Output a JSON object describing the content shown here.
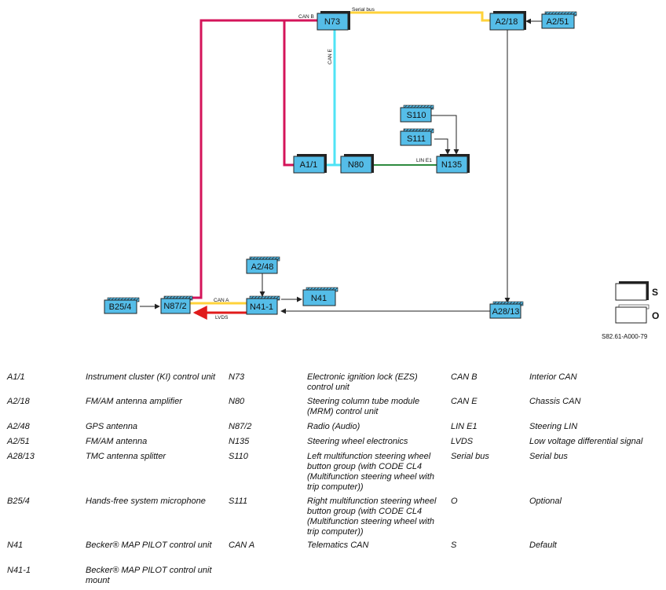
{
  "components": {
    "N73": "N73",
    "A2_18": "A2/18",
    "A2_51": "A2/51",
    "S110": "S110",
    "S111": "S111",
    "A1_1": "A1/1",
    "N80": "N80",
    "N135": "N135",
    "A2_48": "A2/48",
    "N41": "N41",
    "B25_4": "B25/4",
    "N87_2": "N87/2",
    "N41_1": "N41-1",
    "A28_13": "A28/13"
  },
  "wire_labels": {
    "can_b": "CAN B",
    "serial_bus": "Serial bus",
    "can_e": "CAN E",
    "lin_e1": "LIN E1",
    "can_a": "CAN A",
    "lvds": "LVDS"
  },
  "key": {
    "s": "S",
    "o": "O"
  },
  "figure_ref": "S82.61-A000-79",
  "colors": {
    "box_fill": "#55bde8",
    "can_b": "#d4145a",
    "can_e": "#4fe3f5",
    "serial_bus": "#ffd23a",
    "lin_e1": "#2e8b3f",
    "can_a": "#ffd23a",
    "lvds": "#e01b1b"
  },
  "legend": {
    "col1": [
      {
        "code": "A1/1",
        "desc": "Instrument cluster (KI) control unit"
      },
      {
        "code": "A2/18",
        "desc": "FM/AM antenna amplifier"
      },
      {
        "code": "A2/48",
        "desc": "GPS antenna"
      },
      {
        "code": "A2/51",
        "desc": "FM/AM antenna"
      },
      {
        "code": "A28/13",
        "desc": "TMC antenna splitter"
      },
      {
        "code": "B25/4",
        "desc": "Hands-free system microphone"
      },
      {
        "code": "N41",
        "desc": "Becker® MAP PILOT control unit"
      },
      {
        "code": "N41-1",
        "desc": "Becker® MAP PILOT control unit mount"
      }
    ],
    "col2": [
      {
        "code": "N73",
        "desc": "Electronic ignition lock (EZS) control unit"
      },
      {
        "code": "N80",
        "desc": "Steering column tube module (MRM) control unit"
      },
      {
        "code": "N87/2",
        "desc": "Radio (Audio)"
      },
      {
        "code": "N135",
        "desc": "Steering wheel electronics"
      },
      {
        "code": "S110",
        "desc": "Left multifunction steering wheel button group (with CODE CL4 (Multifunction steering wheel with trip computer))"
      },
      {
        "code": "S111",
        "desc": "Right multifunction steering wheel button group (with CODE CL4 (Multifunction steering wheel with trip computer))"
      },
      {
        "code": "CAN A",
        "desc": "Telematics CAN"
      }
    ],
    "col3": [
      {
        "code": "CAN B",
        "desc": "Interior CAN"
      },
      {
        "code": "CAN E",
        "desc": "Chassis CAN"
      },
      {
        "code": "LIN E1",
        "desc": "Steering LIN"
      },
      {
        "code": "LVDS",
        "desc": "Low voltage differential signal"
      },
      {
        "code": "Serial bus",
        "desc": "Serial bus"
      },
      {
        "code": "O",
        "desc": "Optional"
      },
      {
        "code": "S",
        "desc": "Default"
      }
    ]
  }
}
